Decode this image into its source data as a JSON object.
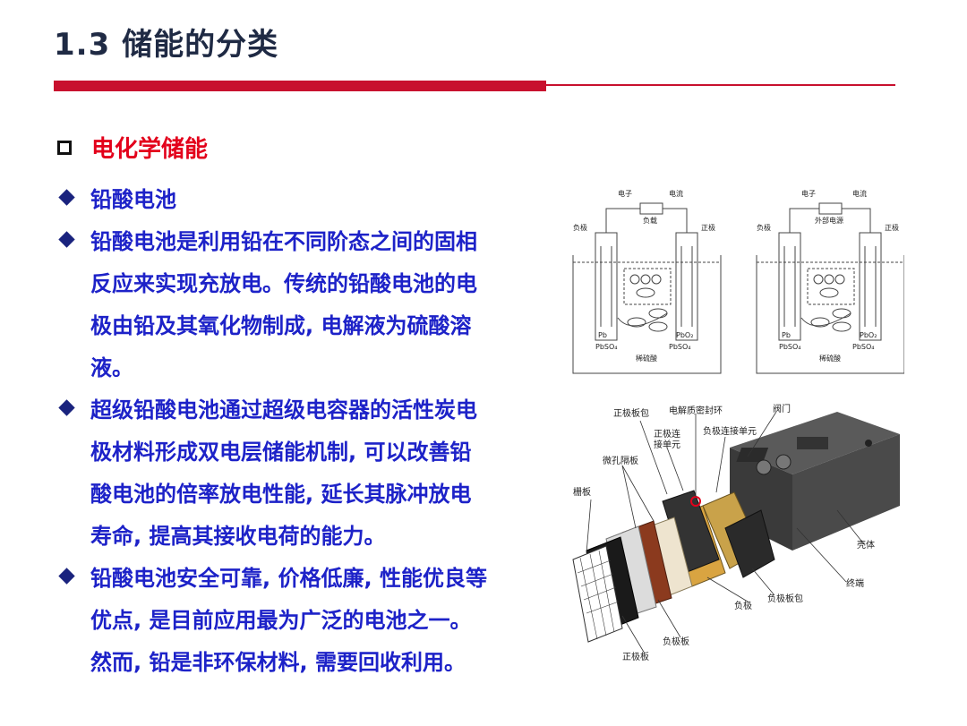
{
  "header": {
    "title": "1.3 储能的分类"
  },
  "section": {
    "heading": "电化学储能"
  },
  "bullets": [
    {
      "lines": [
        "铅酸电池"
      ]
    },
    {
      "lines": [
        "铅酸电池是利用铅在不同阶态之间的固相",
        "反应来实现充放电。传统的铅酸电池的电",
        "极由铅及其氧化物制成, 电解液为硫酸溶",
        "液。"
      ]
    },
    {
      "lines": [
        "超级铅酸电池通过超级电容器的活性炭电",
        "极材料形成双电层储能机制, 可以改善铅",
        "酸电池的倍率放电性能, 延长其脉冲放电",
        "寿命, 提高其接收电荷的能力。"
      ]
    },
    {
      "lines": [
        "铅酸电池安全可靠, 价格低廉, 性能优良等",
        "优点, 是目前应用最为广泛的电池之一。",
        "然而, 铅是非环保材料, 需要回收利用。"
      ]
    }
  ],
  "cell_diagram": {
    "left": {
      "electron": "电子",
      "current": "电流",
      "load": "负载",
      "neg": "负极",
      "pos": "正极",
      "pb": "Pb",
      "pbso4_l": "PbSO₄",
      "pbo2": "PbO₂",
      "pbso4_r": "PbSO₄",
      "electrolyte": "稀硫酸"
    },
    "right": {
      "electron": "电子",
      "current": "电流",
      "source": "外部电源",
      "neg": "负极",
      "pos": "正极",
      "pb": "Pb",
      "pbso4_l": "PbSO₄",
      "pbo2": "PbO₂",
      "pbso4_r": "PbSO₄",
      "electrolyte": "稀硫酸"
    }
  },
  "battery_diagram": {
    "labels": {
      "pos_plate_pack": "正极板包",
      "seal_ring": "电解质密封环",
      "valve": "阀门",
      "pos_connect_1": "正极连",
      "pos_connect_2": "接单元",
      "neg_connect": "负极连接单元",
      "separator": "微孔隔板",
      "grid": "栅板",
      "case": "壳体",
      "terminal": "终端",
      "neg_plate_pack": "负极板包",
      "neg_pole": "负极",
      "neg_plate": "负极板",
      "pos_plate": "正极板"
    }
  }
}
